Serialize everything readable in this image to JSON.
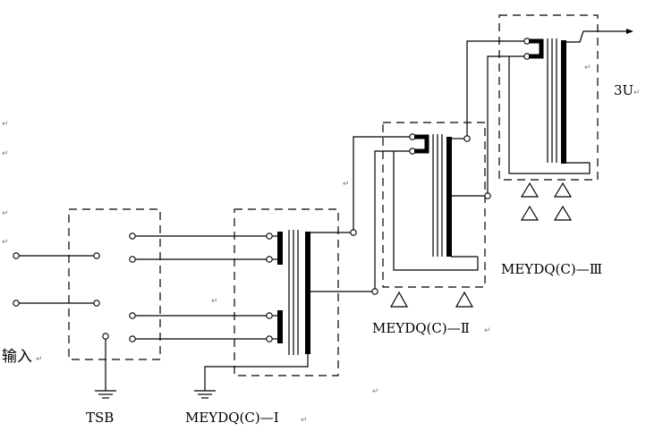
{
  "labels": {
    "input": "输入",
    "tsb": "TSB",
    "stage1": "MEYDQ(C)—Ⅰ",
    "stage2": "MEYDQ(C)—Ⅱ",
    "stage3": "MEYDQ(C)—Ⅲ",
    "output": "3U"
  },
  "paragraph_mark": "↵"
}
